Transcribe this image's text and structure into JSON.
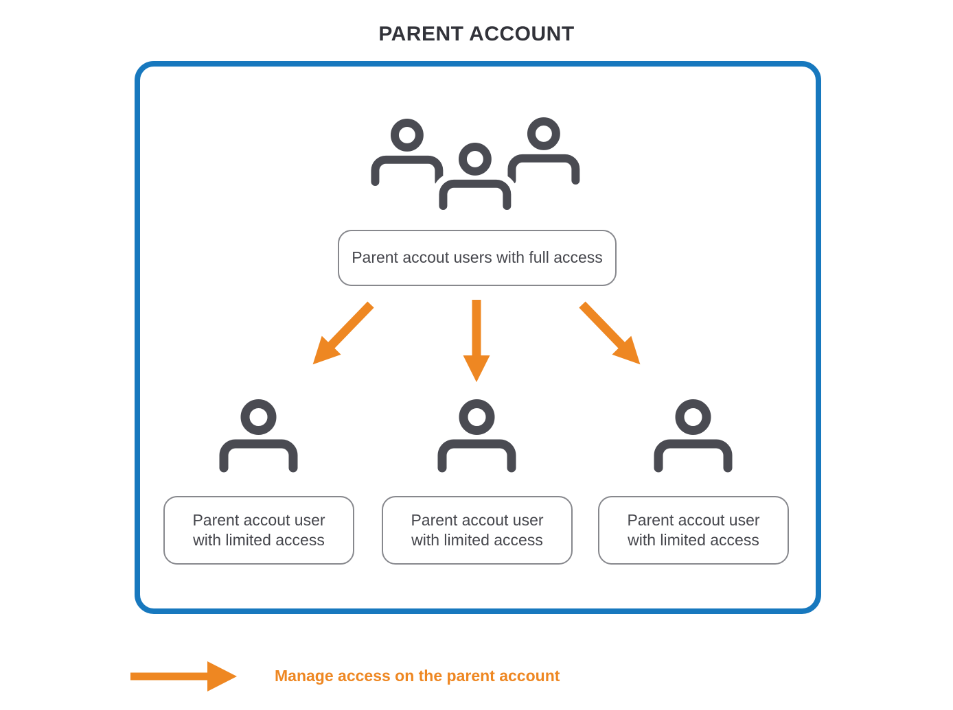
{
  "title": "PARENT ACCOUNT",
  "diagram": {
    "full_access_node": {
      "icon": "people-group-icon",
      "label": "Parent accout users with full access"
    },
    "arrows": [
      "down-left-arrow",
      "down-arrow",
      "down-right-arrow"
    ],
    "limited_access_nodes": [
      {
        "icon": "person-icon",
        "label_line1": "Parent accout user",
        "label_line2": "with limited access"
      },
      {
        "icon": "person-icon",
        "label_line1": "Parent accout user",
        "label_line2": "with limited access"
      },
      {
        "icon": "person-icon",
        "label_line1": "Parent accout user",
        "label_line2": "with limited access"
      }
    ]
  },
  "legend": {
    "arrow_icon": "right-arrow-icon",
    "label": "Manage access on the parent account"
  },
  "colors": {
    "accent_orange": "#EE8722",
    "frame_blue": "#1778BE",
    "icon_gray": "#4A4B52",
    "node_border_gray": "#87888D",
    "text_gray": "#45464C",
    "title_color": "#32333A"
  }
}
